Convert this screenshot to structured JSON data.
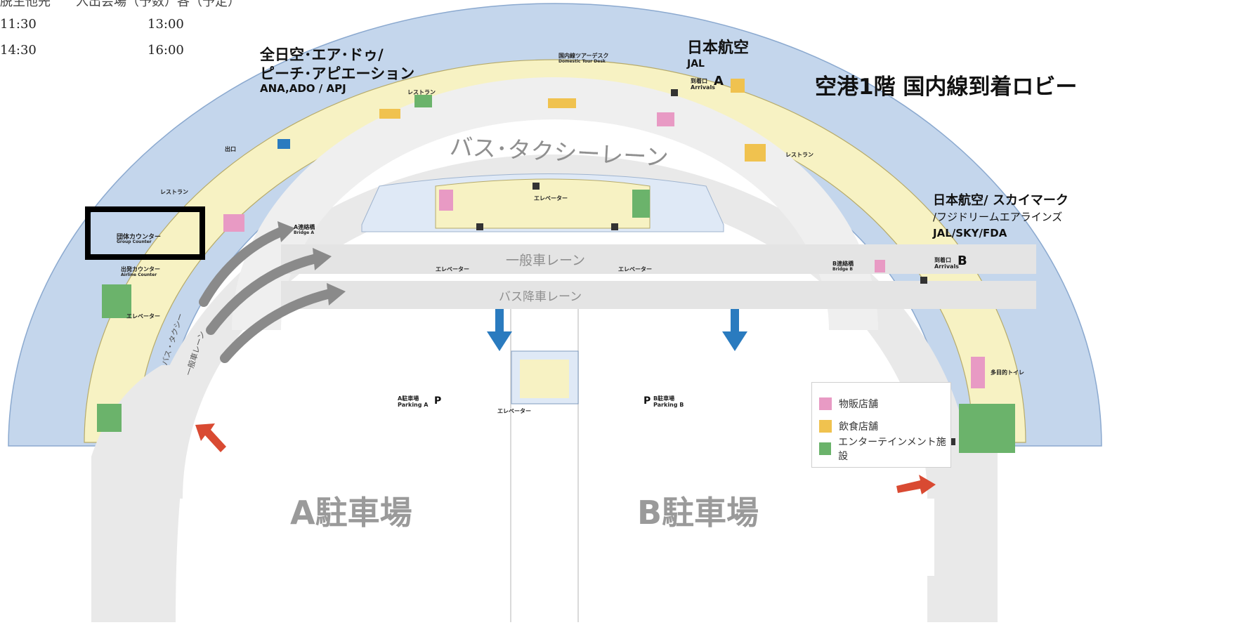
{
  "timetable": {
    "header": "脱生他先　　入出会場（予数）各（予定）",
    "rows": [
      {
        "a": "11:30",
        "b": "13:00"
      },
      {
        "a": "14:30",
        "b": "16:00"
      }
    ]
  },
  "map": {
    "title": "空港1階 国内線到着ロビー",
    "airline_left": {
      "line1": "全日空･エア･ドゥ/",
      "line2": "ピーチ･アピエーション",
      "line3": "ANA,ADO / APJ"
    },
    "airline_top": {
      "line1": "日本航空",
      "line2": "JAL"
    },
    "airline_right": {
      "line1": "日本航空/ スカイマーク",
      "line2": "/フジドリームエアラインズ",
      "line3": "JAL/SKY/FDA"
    },
    "lanes": {
      "bus_taxi": "バス･タクシーレーン",
      "general": "一般車レーン",
      "bus_drop": "バス降車レーン",
      "side_lane_a": "バス・タクシー",
      "side_lane_b": "一般車レーン"
    },
    "parking": {
      "a_big": "A駐車場",
      "b_big": "B駐車場",
      "a_small": "A駐車場",
      "a_small_en": "Parking A",
      "b_small": "B駐車場",
      "b_small_en": "Parking B",
      "p": "P"
    },
    "arrivals": {
      "a_jp": "到着口",
      "a_en": "Arrivals",
      "a_letter": "A",
      "b_jp": "到着口",
      "b_en": "Arrivals",
      "b_letter": "B"
    },
    "highlight": {
      "jp": "団体カウンター",
      "en": "Group Counter"
    },
    "small_labels": {
      "tour_desk": "国内線ツアーデスク",
      "tour_desk_en": "Domestic Tour Desk",
      "restaurant": "レストラン",
      "elevator": "エレベーター",
      "bridge_a": "A連絡橋",
      "bridge_a_en": "Bridge A",
      "bridge_b": "B連絡橋",
      "bridge_b_en": "Bridge B",
      "departure_counter": "出発カウンター",
      "departure_counter_en": "Airline Counter",
      "toilet": "多目的トイレ",
      "exit": "出口"
    },
    "legend": [
      {
        "label": "物販店舗",
        "color": "#e89ac4"
      },
      {
        "label": "飲食店舗",
        "color": "#f0c24f"
      },
      {
        "label": "エンターテインメント施設",
        "color": "#6bb36b"
      }
    ],
    "colors": {
      "sea": "#c4d6ec",
      "terminal": "#f7f2c3",
      "road": "#e6e6e6",
      "blue_arrow": "#2a7bbf",
      "red_arrow": "#d94a32"
    }
  }
}
